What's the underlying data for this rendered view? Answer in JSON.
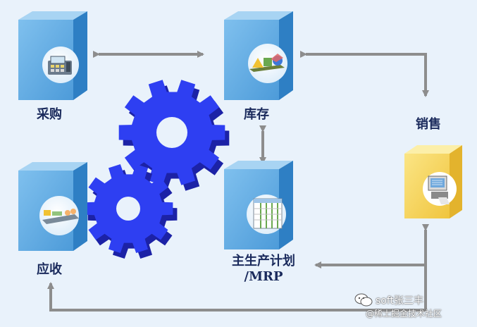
{
  "modules": {
    "procurement": {
      "label": "采购",
      "icon": "cash-register-icon"
    },
    "inventory": {
      "label": "库存",
      "icon": "shapes-on-conveyor-icon"
    },
    "sales": {
      "label": "销售",
      "icon": "terminal-printer-icon"
    },
    "receivables": {
      "label": "应收",
      "icon": "money-conveyor-icon"
    },
    "mps": {
      "label_line1": "主生产计划",
      "label_line2": "/MRP",
      "icon": "spreadsheet-icon"
    }
  },
  "connections": [
    {
      "from": "procurement",
      "to": "inventory",
      "style": "bidirectional"
    },
    {
      "from": "inventory",
      "to": "sales",
      "style": "bidirectional"
    },
    {
      "from": "inventory",
      "to": "mps",
      "style": "bidirectional"
    },
    {
      "from": "sales",
      "to": "mps",
      "style": "arrow"
    },
    {
      "from": "sales",
      "to": "receivables",
      "style": "arrow"
    }
  ],
  "watermark": {
    "line1": "soft张三丰",
    "line2": "@稀土掘金技术社区"
  },
  "colors": {
    "background": "#e9f2fb",
    "box_blue_front": "#5aa9e3",
    "box_blue_side": "#2e7fc4",
    "box_blue_top": "#a8d4f3",
    "box_yellow_front": "#f9dd6a",
    "box_yellow_side": "#e3b32d",
    "box_yellow_top": "#fcefa9",
    "gear": "#2e3ff2",
    "arrow": "#8d8d8d",
    "label": "#1a2a5c"
  }
}
